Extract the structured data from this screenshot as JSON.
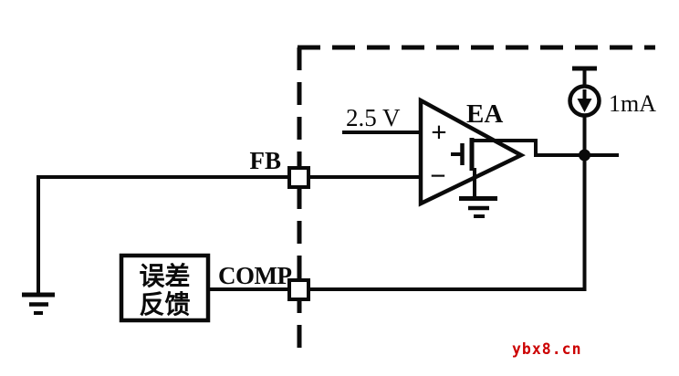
{
  "diagram": {
    "type": "circuit-schematic",
    "colors": {
      "line": "#0a0a0a",
      "background": "#ffffff",
      "watermark": "#cc0000"
    },
    "labels": {
      "fb_pin": "FB",
      "comp_pin": "COMP",
      "amplifier": "EA",
      "reference_voltage": "2.5 V",
      "current_source": "1mA",
      "plus_input": "+",
      "minus_input": "−",
      "feedback_block_line1": "误差",
      "feedback_block_line2": "反馈"
    },
    "watermark": {
      "text": "ybx8.cn",
      "color": "#cc0000"
    },
    "icons": {
      "ic_boundary": "dashed-box",
      "op_amp": "triangle-amplifier",
      "output_device": "mosfet",
      "current_source": "circle-with-down-arrow",
      "ground_left": "ground-symbol",
      "ground_amp": "ground-symbol",
      "fb_terminal": "square-pin",
      "comp_terminal": "square-pin",
      "node": "junction-dot"
    }
  }
}
